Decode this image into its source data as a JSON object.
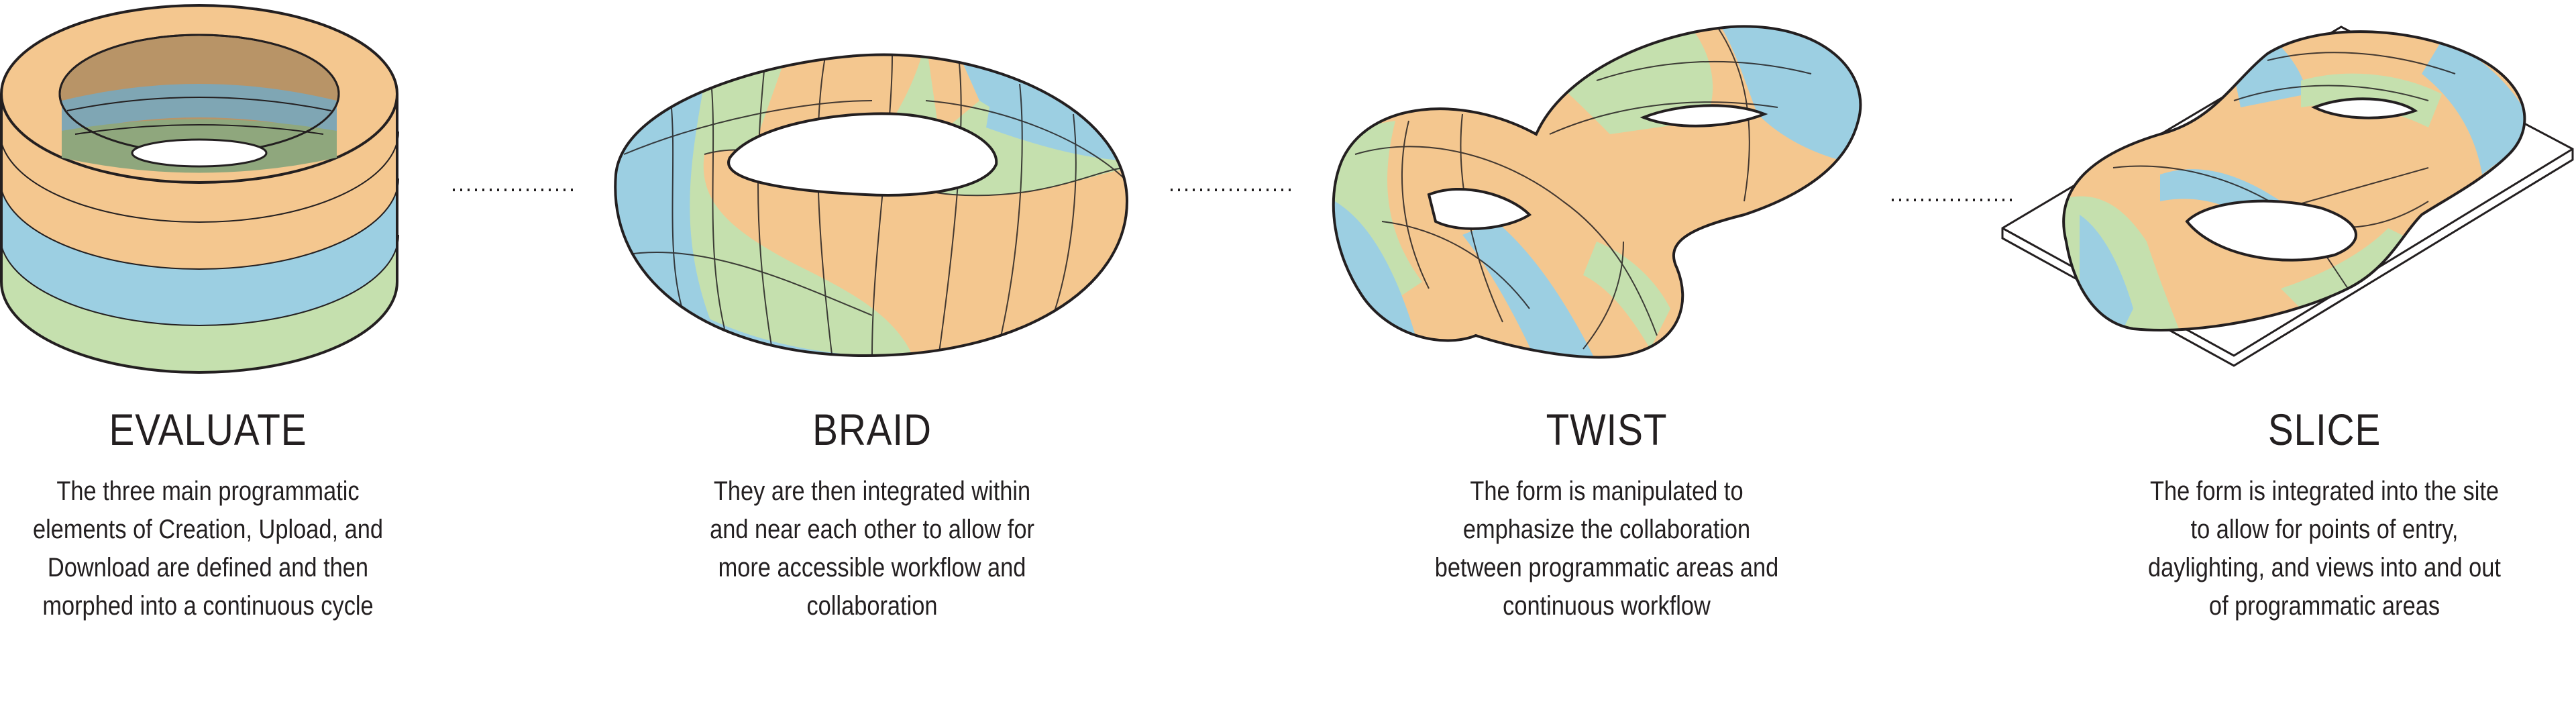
{
  "palette": {
    "orange": "#f4c78f",
    "blue": "#9ccfe2",
    "green": "#c5e0ae",
    "outline": "#231f20",
    "base": "#ffffff"
  },
  "steps": [
    {
      "title": "EVALUATE",
      "description": "The three main programmatic elements of Creation, Upload, and Download are defined and then morphed into a continuous cycle"
    },
    {
      "title": "BRAID",
      "description": "They are then integrated within and near each other to allow for more accessible workflow and collaboration"
    },
    {
      "title": "TWIST",
      "description": "The form is manipulated to emphasize the collaboration between programmatic areas and continuous workflow"
    },
    {
      "title": "SLICE",
      "description": "The form is integrated into the site to allow for points of entry, daylighting, and views into and out of programmatic areas"
    }
  ]
}
